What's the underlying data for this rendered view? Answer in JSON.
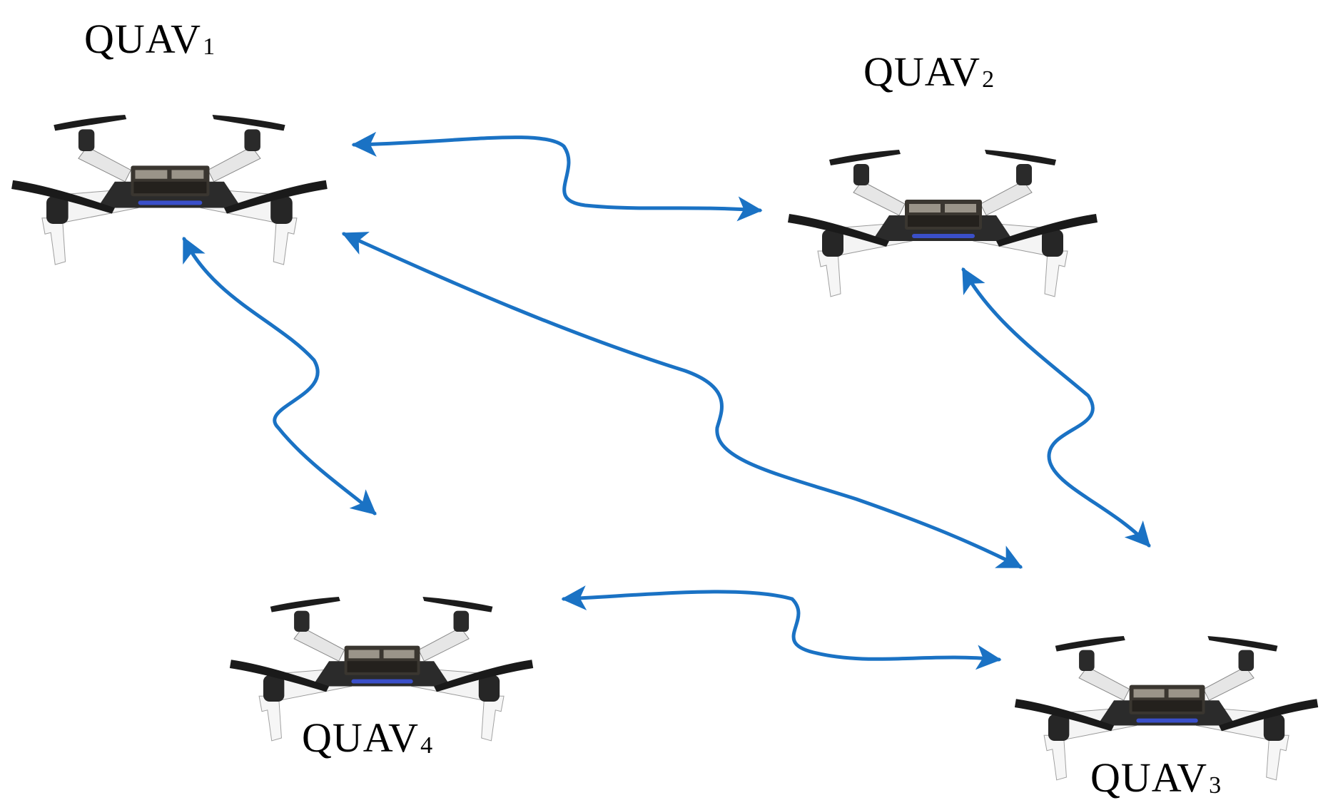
{
  "colors": {
    "link": "#1a72c4",
    "drone_arm": "#f3f3f3",
    "drone_body": "#2b2b2b",
    "drone_prop": "#1c1c1c",
    "drone_led": "#3a4fc9"
  },
  "nodes": [
    {
      "id": "q1",
      "name": "QUAV",
      "sub": "1",
      "icon": "quadcopter-icon"
    },
    {
      "id": "q2",
      "name": "QUAV",
      "sub": "2",
      "icon": "quadcopter-icon"
    },
    {
      "id": "q3",
      "name": "QUAV",
      "sub": "3",
      "icon": "quadcopter-icon"
    },
    {
      "id": "q4",
      "name": "QUAV",
      "sub": "4",
      "icon": "quadcopter-icon"
    }
  ],
  "links": [
    {
      "from": "q1",
      "to": "q2",
      "type": "bidirectional"
    },
    {
      "from": "q1",
      "to": "q4",
      "type": "bidirectional"
    },
    {
      "from": "q1",
      "to": "q3",
      "type": "bidirectional"
    },
    {
      "from": "q2",
      "to": "q3",
      "type": "bidirectional"
    },
    {
      "from": "q4",
      "to": "q3",
      "type": "bidirectional"
    }
  ]
}
